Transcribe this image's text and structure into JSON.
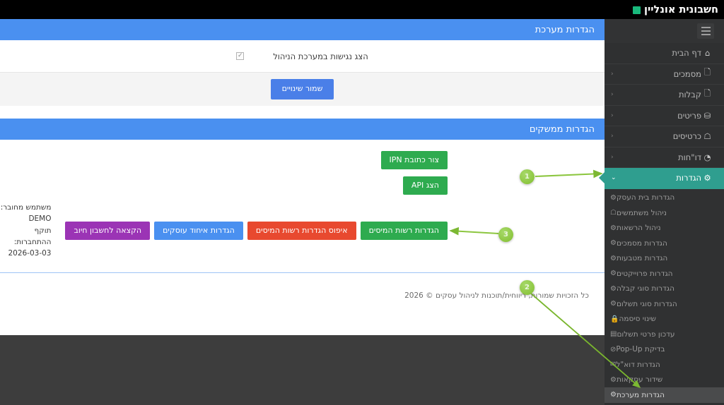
{
  "brand": {
    "title": "חשבונית אונליין",
    "mark_color": "#19b97c"
  },
  "sidebar": {
    "toggle_icon": "hamburger-icon",
    "items": [
      {
        "label": "דף הבית",
        "icon": "⌂",
        "caret": ""
      },
      {
        "label": "מסמכים",
        "icon": "🗋",
        "caret": "‹"
      },
      {
        "label": "קבלות",
        "icon": "🗋",
        "caret": "‹"
      },
      {
        "label": "פריטים",
        "icon": "⛁",
        "caret": "‹"
      },
      {
        "label": "כרטיסים",
        "icon": "☖",
        "caret": "‹"
      },
      {
        "label": "דו\"חות",
        "icon": "◔",
        "caret": "‹"
      },
      {
        "label": "הגדרות",
        "icon": "⚙",
        "caret": "⌄",
        "active": true
      }
    ],
    "submenu": [
      {
        "label": "הגדרות בית העסק",
        "icon": "⚙"
      },
      {
        "label": "ניהול משתמשים",
        "icon": "☖"
      },
      {
        "label": "ניהול הרשאות",
        "icon": "⚙"
      },
      {
        "label": "הגדרות מסמכים",
        "icon": "⚙"
      },
      {
        "label": "הגדרות מטבעות",
        "icon": "⚙"
      },
      {
        "label": "הגדרות פרוייקטים",
        "icon": "⚙"
      },
      {
        "label": "הגדרות סוגי קבלה",
        "icon": "⚙"
      },
      {
        "label": "הגדרות סוגי תשלום",
        "icon": "⚙"
      },
      {
        "label": "שינוי סיסמה",
        "icon": "🔒"
      },
      {
        "label": "עדכון פרטי תשלום",
        "icon": "▤"
      },
      {
        "label": "בדיקת Pop-Up",
        "icon": "⊘"
      },
      {
        "label": "הגדרות דוא\"ל",
        "icon": "✉"
      },
      {
        "label": "שידור עסקאות",
        "icon": "⚙"
      },
      {
        "label": "הגדרות מערכת",
        "icon": "⚙",
        "highlighted": true
      }
    ]
  },
  "system_panel": {
    "title": "הגדרות מערכת",
    "checkbox_label": "הצג נגישות במערכת הניהול",
    "checkbox_checked": true,
    "checkbox_glyph": "✓",
    "save_label": "שמור שינויים"
  },
  "interfaces_panel": {
    "title": "הגדרות ממשקים",
    "ipn_button": "צור כתובת IPN",
    "api_button": "הצג API",
    "buttons": [
      {
        "label": "הגדרות רשות המיסים",
        "color": "#2eab4f",
        "style": "btn-green"
      },
      {
        "label": "איפוס הגדרות רשות המיסים",
        "color": "#e8492f",
        "style": "btn-red"
      },
      {
        "label": "הגדרות איחוד עוסקים",
        "color": "#4a90f0",
        "style": "btn-lblue"
      },
      {
        "label": "הקצאה לחשבון חיוב",
        "color": "#9b34b5",
        "style": "btn-purple"
      }
    ],
    "user_line_1": "משתמש מחובר: DEMO",
    "user_line_2": "תוקף ההתחברות: 2026-03-03"
  },
  "footer": {
    "copyright": "כל הזכויות שמורות, ריווחית/תוכנות לניהול עסקים © 2026"
  },
  "callouts": [
    {
      "number": "1"
    },
    {
      "number": "2"
    },
    {
      "number": "3"
    }
  ],
  "colors": {
    "panel_header": "#4a90f0",
    "sidebar_active": "#2f9e8f",
    "accent_green": "#2eab4f",
    "callout_green": "#8cc63f",
    "topbar": "#000000",
    "sidebar_bg": "#2f3031",
    "page_bg": "#3d3d3d"
  }
}
